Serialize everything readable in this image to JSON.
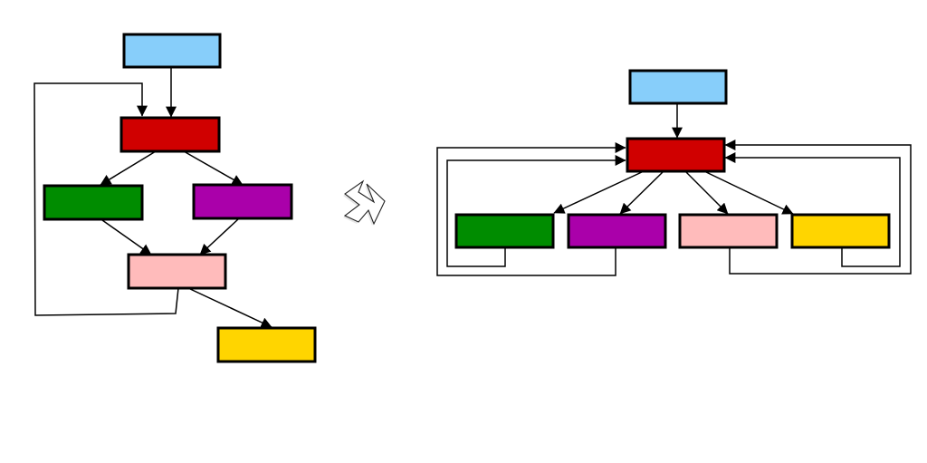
{
  "colors": {
    "entry": "#87CEFA",
    "header": "#D00000",
    "branch_green": "#008C00",
    "branch_purple": "#AA00AA",
    "latch_pink": "#FFBBBB",
    "exit_yellow": "#FFD500",
    "stroke": "#000000"
  },
  "left_graph": {
    "nodes": [
      {
        "id": "entry",
        "color": "entry"
      },
      {
        "id": "header",
        "color": "header"
      },
      {
        "id": "green",
        "color": "branch_green"
      },
      {
        "id": "purple",
        "color": "branch_purple"
      },
      {
        "id": "pink",
        "color": "latch_pink"
      },
      {
        "id": "yellow",
        "color": "exit_yellow"
      }
    ],
    "edges": [
      [
        "entry",
        "header"
      ],
      [
        "header",
        "green"
      ],
      [
        "header",
        "purple"
      ],
      [
        "green",
        "pink"
      ],
      [
        "purple",
        "pink"
      ],
      [
        "pink",
        "yellow"
      ],
      [
        "pink",
        "header"
      ]
    ]
  },
  "transform_arrow": {
    "icon": "hollow-zigzag-arrow-icon"
  },
  "right_graph": {
    "nodes": [
      {
        "id": "entry",
        "color": "entry"
      },
      {
        "id": "header",
        "color": "header"
      },
      {
        "id": "green",
        "color": "branch_green"
      },
      {
        "id": "purple",
        "color": "branch_purple"
      },
      {
        "id": "pink",
        "color": "latch_pink"
      },
      {
        "id": "yellow",
        "color": "exit_yellow"
      }
    ],
    "edges": [
      [
        "entry",
        "header"
      ],
      [
        "header",
        "green"
      ],
      [
        "header",
        "purple"
      ],
      [
        "header",
        "pink"
      ],
      [
        "header",
        "yellow"
      ],
      [
        "green",
        "header"
      ],
      [
        "purple",
        "header"
      ],
      [
        "pink",
        "header"
      ],
      [
        "yellow",
        "header"
      ]
    ]
  }
}
